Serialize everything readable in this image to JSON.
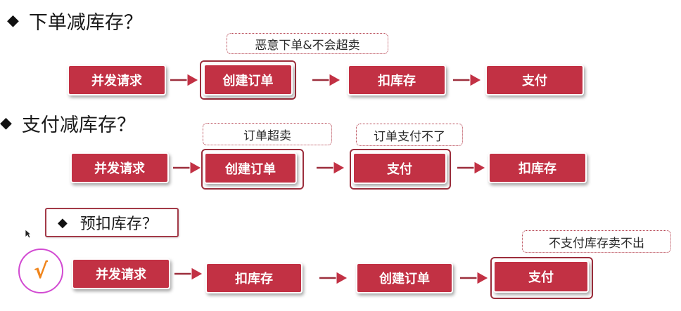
{
  "sections": [
    {
      "heading": "下单减库存？",
      "note": "恶意下单&不会超卖",
      "steps": [
        "并发请求",
        "创建订单",
        "扣库存",
        "支付"
      ]
    },
    {
      "heading": "支付减库存？",
      "notes": [
        "订单超卖",
        "订单支付不了"
      ],
      "steps": [
        "并发请求",
        "创建订单",
        "支付",
        "扣库存"
      ]
    },
    {
      "heading": "预扣库存？",
      "note": "不支付库存卖不出",
      "check_mark": "√",
      "steps": [
        "并发请求",
        "扣库存",
        "创建订单",
        "支付"
      ]
    }
  ],
  "colors": {
    "step_fill": "#c23144",
    "highlight_border": "#9c2e3c",
    "check_circle": "#d24bd2",
    "check_mark": "#f0851c"
  },
  "icons": [
    "diamond-bullet",
    "arrow-right-icon",
    "check-icon",
    "cursor-icon"
  ]
}
